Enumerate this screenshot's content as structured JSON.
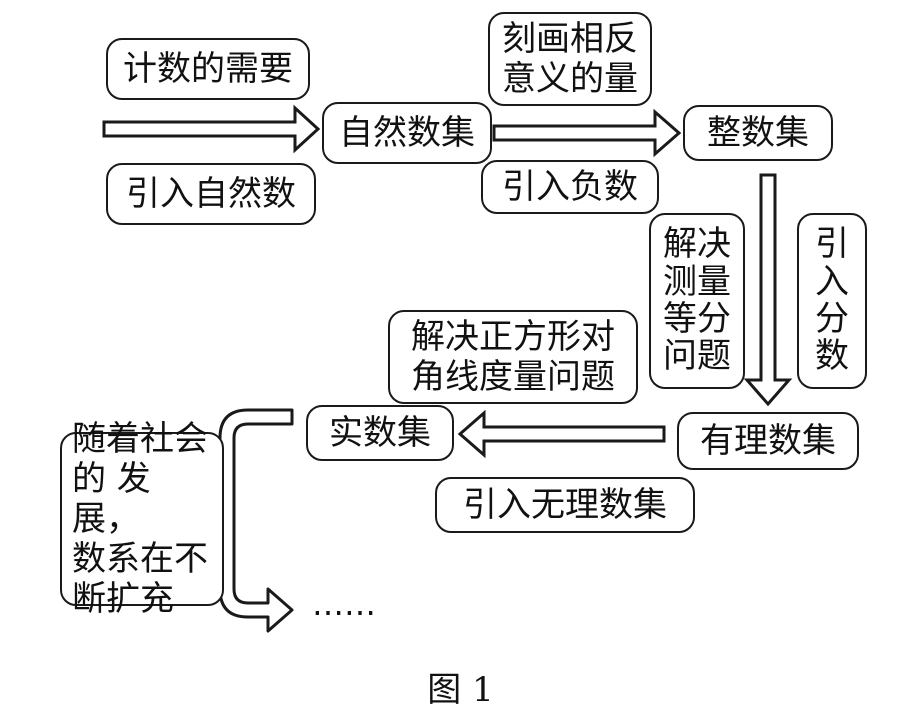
{
  "nodes": {
    "natural_set": "自然数集",
    "integer_set": "整数集",
    "rational_set": "有理数集",
    "real_set": "实数集"
  },
  "reasons": {
    "counting_need": "计数的需要",
    "opposite_quantity": "刻画相反\n意义的量",
    "measurement_division": "解决\n测量\n等分\n问题",
    "square_diagonal": "解决正方形对\n角线度量问题",
    "social_development": "随着社会\n的 发 展，\n数系在不\n断扩充"
  },
  "operations": {
    "introduce_natural": "引入自然数",
    "introduce_negative": "引入负数",
    "introduce_fraction": "引\n入\n分\n数",
    "introduce_irrational": "引入无理数集"
  },
  "continuation": "……",
  "caption": "图 1",
  "colors": {
    "stroke": "#1a1a1a",
    "fill": "#ffffff",
    "text": "#111111"
  }
}
